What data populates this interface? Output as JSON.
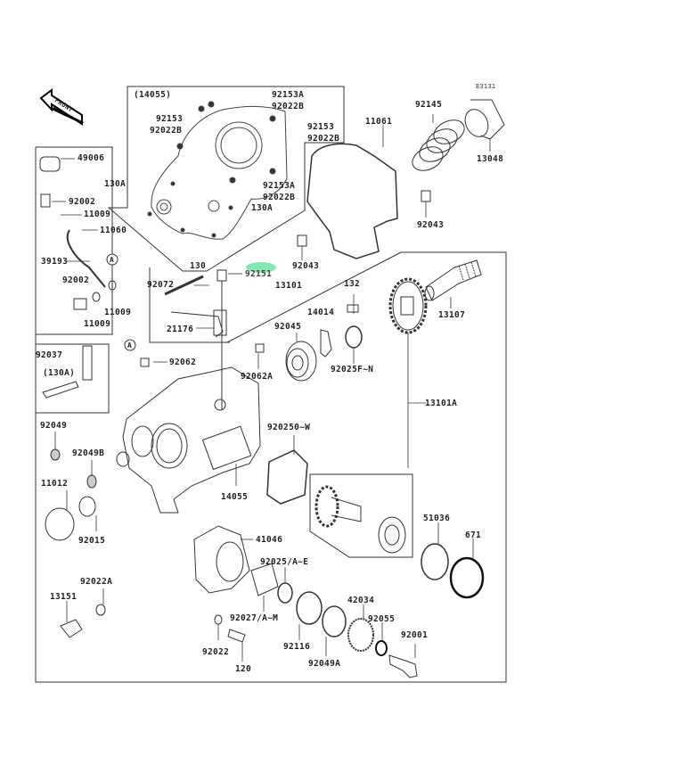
{
  "diagram": {
    "code": "E3131",
    "front_label": "FRONT",
    "highlight_color": "#5ddc9a",
    "highlighted_part": "92151",
    "callout_marker": "A",
    "labels": {
      "l14055box": "(14055)",
      "l92153A_1": "92153A",
      "l92022B_1": "92022B",
      "l92153_1": "92153",
      "l92022B_2": "92022B",
      "l92153_2": "92153",
      "l92022B_3": "92022B",
      "l130A_1": "130A",
      "l92153A_2": "92153A",
      "l92022B_4": "92022B",
      "l130A_2": "130A",
      "l130": "130",
      "l11061": "11061",
      "l92145": "92145",
      "l13048": "13048",
      "l92043a": "92043",
      "l92043b": "92043",
      "l49006": "49006",
      "l92002a": "92002",
      "l11009a": "11009",
      "l11060": "11060",
      "l39193": "39193",
      "l92002b": "92002",
      "l11009b": "11009",
      "l11009c": "11009",
      "l92072": "92072",
      "l92151": "92151",
      "l21176": "21176",
      "l13101": "13101",
      "l132": "132",
      "l14014": "14014",
      "l92045": "92045",
      "l92025F": "92025F~N",
      "l13107": "13107",
      "l13101A": "13101A",
      "l92037": "92037",
      "l130Ap": "(130A)",
      "l92062": "92062",
      "l92062A": "92062A",
      "l92049": "92049",
      "l92049B": "92049B",
      "l920250": "920250~W",
      "l14055": "14055",
      "l11012": "11012",
      "l92015": "92015",
      "l41046": "41046",
      "l51036": "51036",
      "l671": "671",
      "l92025AE": "92025/A~E",
      "l92022A": "92022A",
      "l13151": "13151",
      "l92027": "92027/A~M",
      "l92022": "92022",
      "l120": "120",
      "l92116": "92116",
      "l42034": "42034",
      "l92055": "92055",
      "l92049A": "92049A",
      "l92001": "92001"
    }
  }
}
